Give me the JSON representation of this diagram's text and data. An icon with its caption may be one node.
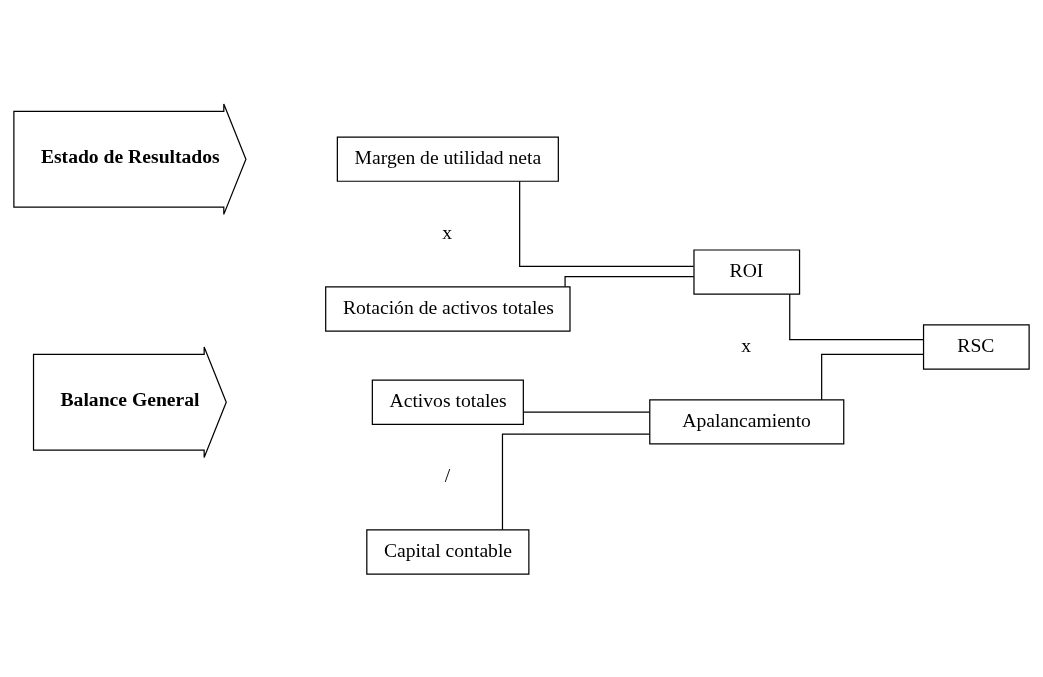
{
  "diagram": {
    "nodes": [
      {
        "text": [
          "Estado de Resultados"
        ]
      },
      {
        "text": [
          "Margen de utilidad neta"
        ]
      },
      {
        "text": [
          "Rotación de activos totales"
        ]
      },
      {
        "text": [
          "ROI"
        ]
      },
      {
        "text": [
          "Balance General"
        ]
      },
      {
        "text": [
          "Activos totales"
        ]
      },
      {
        "text": [
          "Capital contable"
        ]
      },
      {
        "text": [
          "Apalancamiento"
        ]
      },
      {
        "text": [
          "RSC"
        ]
      }
    ],
    "edges": [
      {
        "from": 1,
        "to": 3,
        "arrow": "none"
      },
      {
        "from": 2,
        "to": 3,
        "arrow": "none"
      },
      {
        "from": 3,
        "to": 8,
        "arrow": "none"
      },
      {
        "from": 5,
        "to": 7,
        "arrow": "none"
      },
      {
        "from": 6,
        "to": 7,
        "arrow": "none"
      },
      {
        "from": 7,
        "to": 8,
        "arrow": "none"
      }
    ],
    "labels": [
      "x",
      "x",
      "/"
    ]
  }
}
